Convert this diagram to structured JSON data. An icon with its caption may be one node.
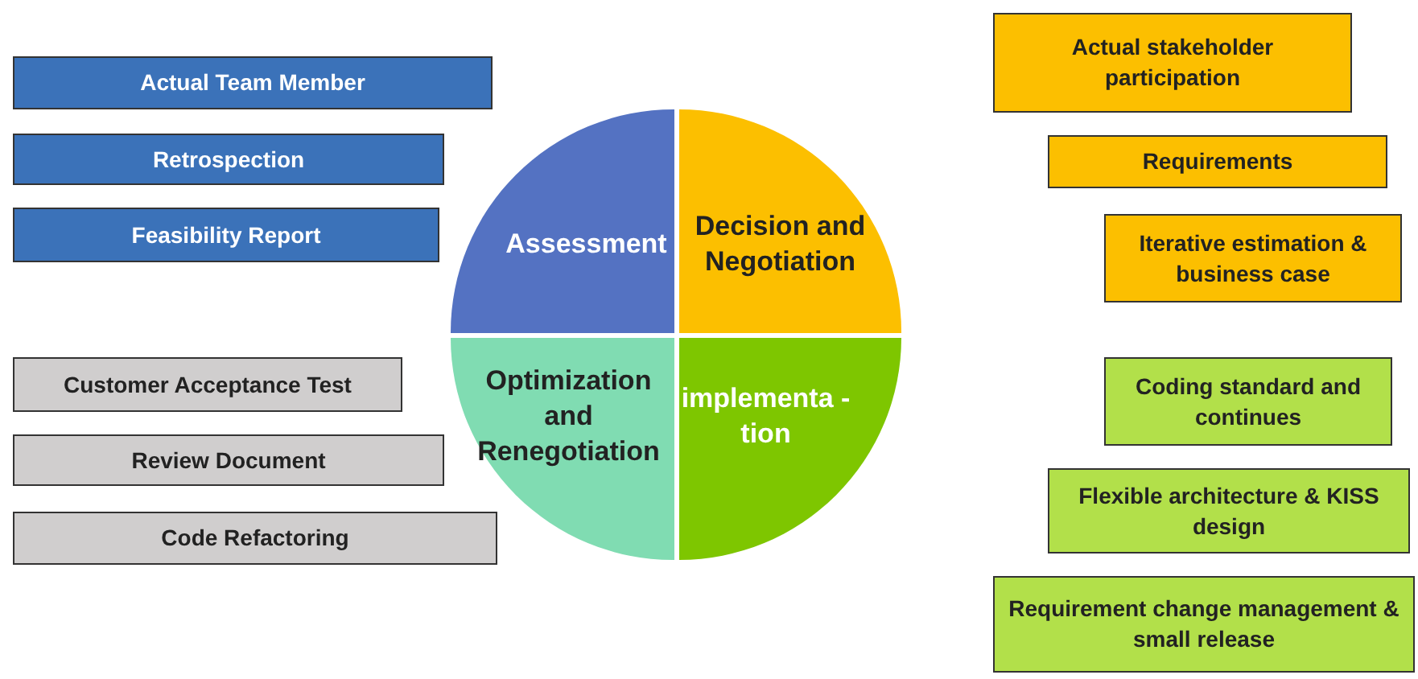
{
  "diagram": {
    "nodes": [
      {
        "text": [
          "Assessment"
        ]
      },
      {
        "text": [
          "Decision and Negotiation"
        ]
      },
      {
        "text": [
          "Optimization and Renegotiation"
        ]
      },
      {
        "text": [
          "implementa -tion"
        ]
      },
      {
        "text": [
          "Actual Team Member"
        ]
      },
      {
        "text": [
          "Retrospection"
        ]
      },
      {
        "text": [
          "Feasibility Report"
        ]
      },
      {
        "text": [
          "Customer Acceptance Test"
        ]
      },
      {
        "text": [
          "Review Document"
        ]
      },
      {
        "text": [
          "Code Refactoring"
        ]
      },
      {
        "text": [
          "Actual stakeholder participation"
        ]
      },
      {
        "text": [
          "Requirements"
        ]
      },
      {
        "text": [
          "Iterative estimation & business case"
        ]
      },
      {
        "text": [
          "Coding standard and continues"
        ]
      },
      {
        "text": [
          "Flexible architecture & KISS design"
        ]
      },
      {
        "text": [
          "Requirement change management & small release"
        ]
      }
    ],
    "edges": []
  }
}
